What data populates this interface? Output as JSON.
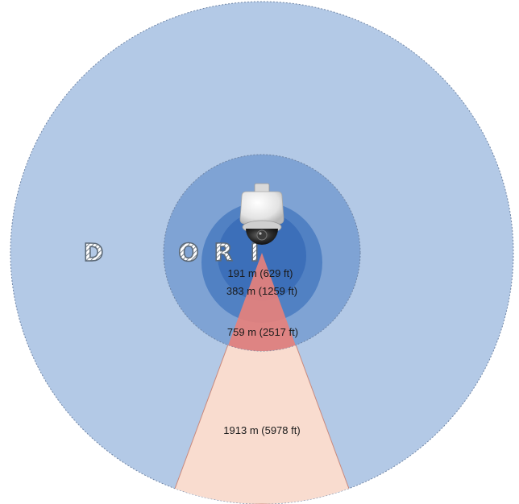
{
  "zones": {
    "detection": {
      "letter": "D",
      "range": "1913 m (5978 ft)"
    },
    "observation": {
      "letter": "O",
      "range": "759 m (2517 ft)"
    },
    "recognition": {
      "letter": "R",
      "range": "383 m (1259 ft)"
    },
    "identification": {
      "letter": "I",
      "range": "191 m (629 ft)"
    }
  },
  "colors": {
    "outer_disc": "#b3c9e6",
    "middle_disc": "#7fa3d4",
    "inner_disc": "#4f7fc2",
    "core_disc": "#3a6db8",
    "cone_light": "#f9dccf",
    "cone_dark": "#e9817a",
    "ring_stroke": "#6f85a6"
  },
  "icons": {
    "camera": "ptz-dome-camera-icon"
  }
}
